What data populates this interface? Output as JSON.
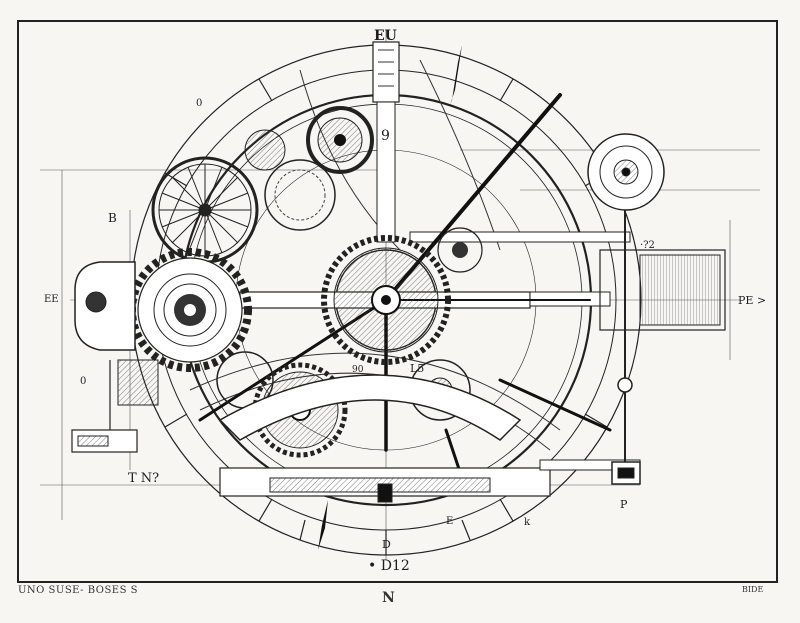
{
  "diagram": {
    "labels": {
      "top": "EU",
      "top_mid": "9",
      "left_gear": "0",
      "left_side_1": "B",
      "left_side_2": "EE",
      "left_lower": "0",
      "left_bottom": "T N?",
      "right_upper": "·?2",
      "right_side": "PE >",
      "right_lower": "P",
      "center_arc": "L5",
      "center_small": "90",
      "bottom_dial": "D",
      "bottom_center": "• D12",
      "bottom_k": "k",
      "bottom_e": "E"
    }
  },
  "footer": {
    "left": "UNO SUSE- BOSES S",
    "center": "N",
    "right": "BIDE"
  }
}
